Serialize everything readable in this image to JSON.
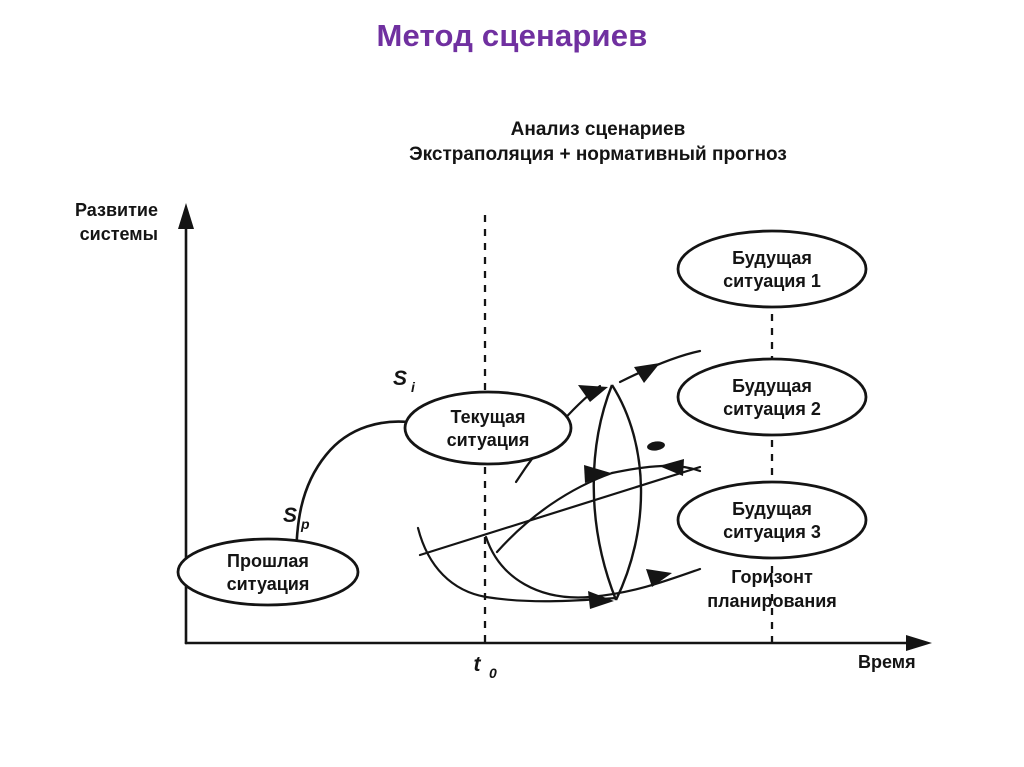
{
  "slide": {
    "title": "Метод сценариев",
    "title_color": "#7030a0",
    "background_color": "#ffffff"
  },
  "figure": {
    "subtitle_line1": "Анализ сценариев",
    "subtitle_line2": "Экстраполяция + нормативный прогноз",
    "axes": {
      "y_label_line1": "Развитие",
      "y_label_line2": "системы",
      "x_label": "Время",
      "x_tick_label": "t",
      "x_tick_subscript": "0"
    },
    "nodes": [
      {
        "id": "past",
        "line1": "Прошлая",
        "line2": "ситуация"
      },
      {
        "id": "current",
        "line1": "Текущая",
        "line2": "ситуация"
      },
      {
        "id": "future1",
        "line1": "Будущая",
        "line2": "ситуация 1"
      },
      {
        "id": "future2",
        "line1": "Будущая",
        "line2": "ситуация 2"
      },
      {
        "id": "future3",
        "line1": "Будущая",
        "line2": "ситуация 3"
      }
    ],
    "symbols": [
      {
        "id": "sp",
        "base": "S",
        "sub": "p"
      },
      {
        "id": "si",
        "base": "S",
        "sub": "i"
      }
    ],
    "horizon_label_line1": "Горизонт",
    "horizon_label_line2": "планирования",
    "line_color": "#141414"
  }
}
